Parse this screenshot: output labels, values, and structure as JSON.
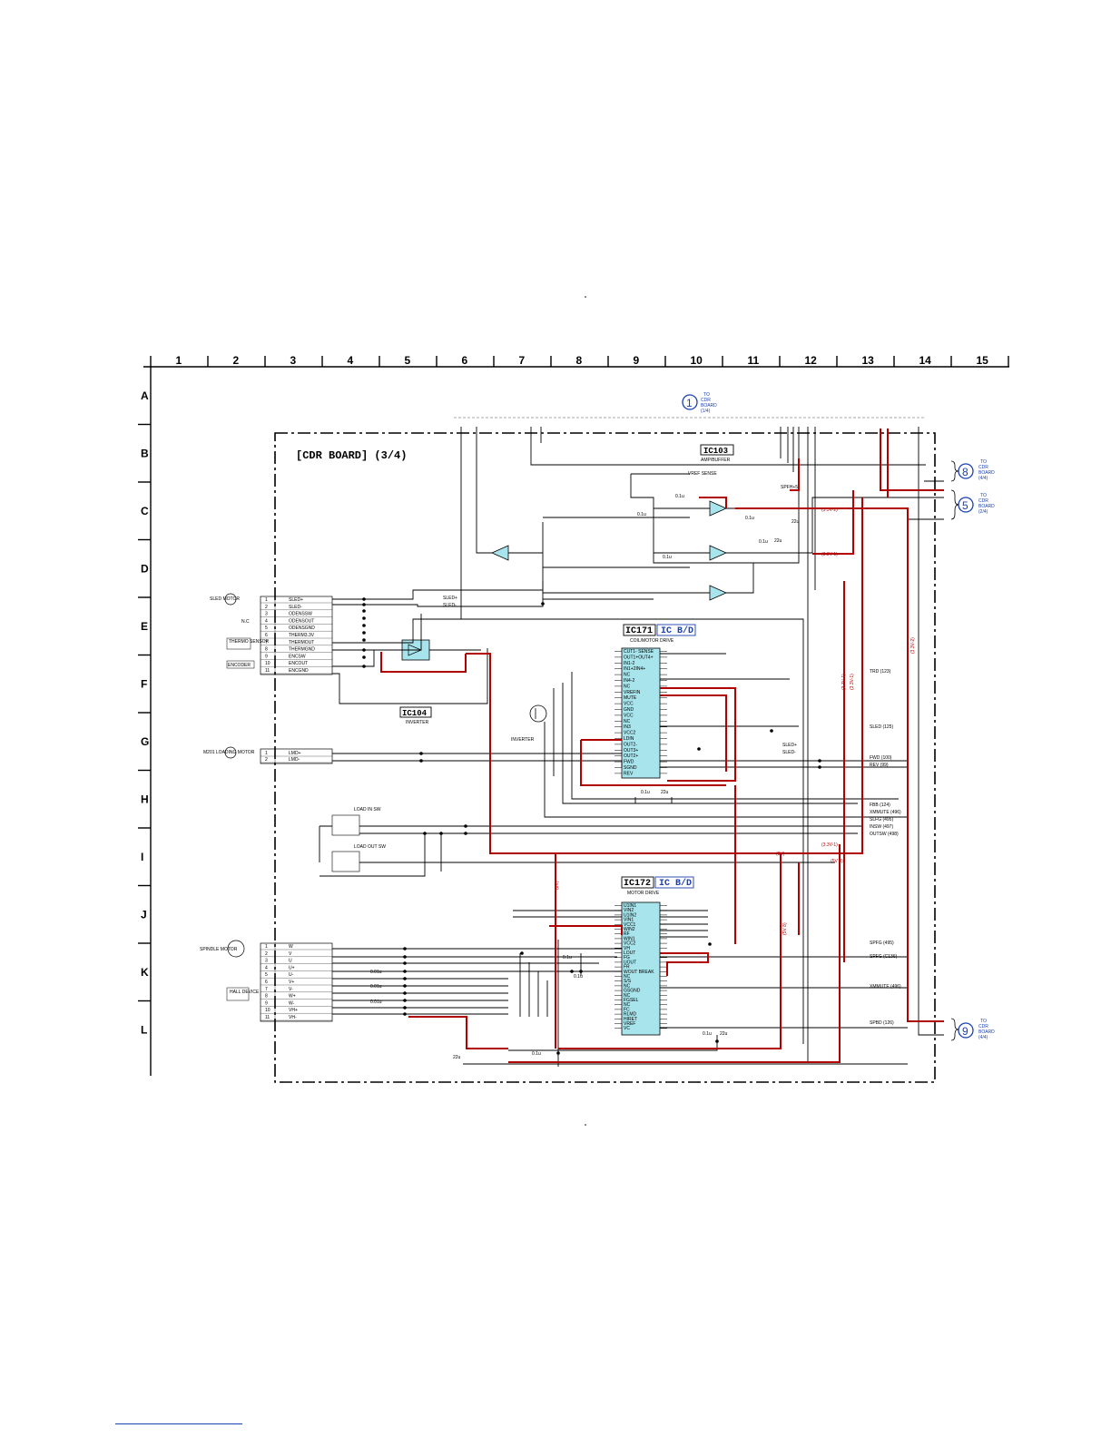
{
  "page_title": "[CDR BOARD] (3/4)",
  "grid": {
    "columns": [
      "1",
      "2",
      "3",
      "4",
      "5",
      "6",
      "7",
      "8",
      "9",
      "10",
      "11",
      "12",
      "13",
      "14",
      "15"
    ],
    "rows": [
      "A",
      "B",
      "C",
      "D",
      "E",
      "F",
      "G",
      "H",
      "I",
      "J",
      "K",
      "L"
    ]
  },
  "connectors": {
    "c1": {
      "num": "1",
      "text": [
        "TO",
        "CDR",
        "BOARD",
        "(1/4)"
      ]
    },
    "c8": {
      "num": "8",
      "text": [
        "TO",
        "CDR",
        "BOARD",
        "(4/4)"
      ]
    },
    "c5": {
      "num": "5",
      "text": [
        "TO",
        "CDR",
        "BOARD",
        "(2/4)"
      ]
    },
    "c9": {
      "num": "9",
      "text": [
        "TO",
        "CDR",
        "BOARD",
        "(4/4)"
      ]
    }
  },
  "ics": {
    "ic103": {
      "name": "IC103",
      "desc": "AMP/BUFFER"
    },
    "ic171": {
      "name": "IC171",
      "tag": "IC B/D",
      "desc": "COIL/MOTOR DRIVE"
    },
    "ic104": {
      "name": "IC104",
      "desc": "INVERTER"
    },
    "ic172": {
      "name": "IC172",
      "tag": "IC B/D",
      "desc": "MOTOR DRIVE"
    }
  },
  "ic171_pins_left": [
    "CUT1- SENSE",
    "OUT1+OUT4+",
    "IN1-2",
    "IN1+2IN4+",
    "NC",
    "IN4-2",
    "NC",
    "VREFIN",
    "MUTE",
    "VCC",
    "GND",
    "VCC",
    "NC",
    "IN3",
    "VCC2",
    "LDIN",
    "OUT2-",
    "OUT3+",
    "OUT2+",
    "FWD",
    "SGND",
    "REV"
  ],
  "ic172_pins_left": [
    "U1IN1",
    "VIN2",
    "U1IN2",
    "VIN1",
    "VCC1",
    "WIN2",
    "RF",
    "WIN1",
    "VCC2",
    "VH",
    "LOUT",
    "FG",
    "UOUT",
    "FR",
    "WOUT BREAK",
    "NC",
    "S/S",
    "NC",
    "GSGND",
    "NC",
    "FGSEL",
    "NC",
    "FC",
    "RLMD",
    "HIRET",
    "VREF",
    "VC"
  ],
  "left_components": {
    "sled_motor": "SLED MOTOR",
    "nc": "N.C",
    "thermo": "THERMO SENSOR",
    "encoder": "ENCODER",
    "loading_motor": "M201 LOADING MOTOR",
    "load_in": "LOAD IN SW",
    "load_out": "LOAD OUT SW",
    "spindle_motor": "SPINDLE MOTOR",
    "hall": "HALL DEVICE",
    "inverter_q": "INVERTER"
  },
  "cn_top_pins": [
    {
      "n": "1",
      "label": "SLED+"
    },
    {
      "n": "2",
      "label": "SLED-"
    },
    {
      "n": "3",
      "label": "ODENSSW"
    },
    {
      "n": "4",
      "label": "ODENSOUT"
    },
    {
      "n": "5",
      "label": "ODENSGND"
    },
    {
      "n": "6",
      "label": "THERM3.3V"
    },
    {
      "n": "7",
      "label": "THERMOUT"
    },
    {
      "n": "8",
      "label": "THERMGND"
    },
    {
      "n": "9",
      "label": "ENCSW"
    },
    {
      "n": "10",
      "label": "ENCOUT"
    },
    {
      "n": "11",
      "label": "ENCGND"
    }
  ],
  "cn_load_pins": [
    {
      "n": "1",
      "label": "LMD+"
    },
    {
      "n": "2",
      "label": "LMD-"
    }
  ],
  "cn_spindle_pins": [
    {
      "n": "1",
      "label": "W"
    },
    {
      "n": "2",
      "label": "V"
    },
    {
      "n": "3",
      "label": "U"
    },
    {
      "n": "4",
      "label": "U+"
    },
    {
      "n": "5",
      "label": "U-"
    },
    {
      "n": "6",
      "label": "V+"
    },
    {
      "n": "7",
      "label": "V-"
    },
    {
      "n": "8",
      "label": "W+"
    },
    {
      "n": "9",
      "label": "W-"
    },
    {
      "n": "10",
      "label": "VH+"
    },
    {
      "n": "11",
      "label": "VH-"
    }
  ],
  "net_labels_right": [
    "TRD (123)",
    "SLED (125)",
    "FWD (100)",
    "REV (99)",
    "FBB (124)",
    "XMMUTE (496)",
    "SLFG (495)",
    "INSW (497)",
    "OUTSW (498)",
    "SPFG (495)",
    "SPFG (C136)",
    "XMMUTE (496)",
    "SPBD (126)"
  ],
  "misc_labels": [
    "(3.3V-2)",
    "(3.3V-1)",
    "(3.3V-1)",
    "(8V)",
    "(5V 8)",
    "VREF SENSE",
    "SPFH+5",
    "SLED+",
    "SLED-",
    "SLED+",
    "SLED-"
  ],
  "cap_labels": [
    "0.1u",
    "0.1u",
    "0.1u",
    "0.1u",
    "22u",
    "0.1u",
    "22u",
    "0.01u",
    "0.01u",
    "0.01u",
    "0.1u",
    "22u",
    "0.1u",
    "0.1u",
    "22u",
    "0.1u",
    "0.1u",
    "22u"
  ],
  "colors": {
    "power_trace": "#b00000",
    "signal": "#000000",
    "ic_fill": "#a8e4ec",
    "link_blue": "#1a3fb0"
  }
}
